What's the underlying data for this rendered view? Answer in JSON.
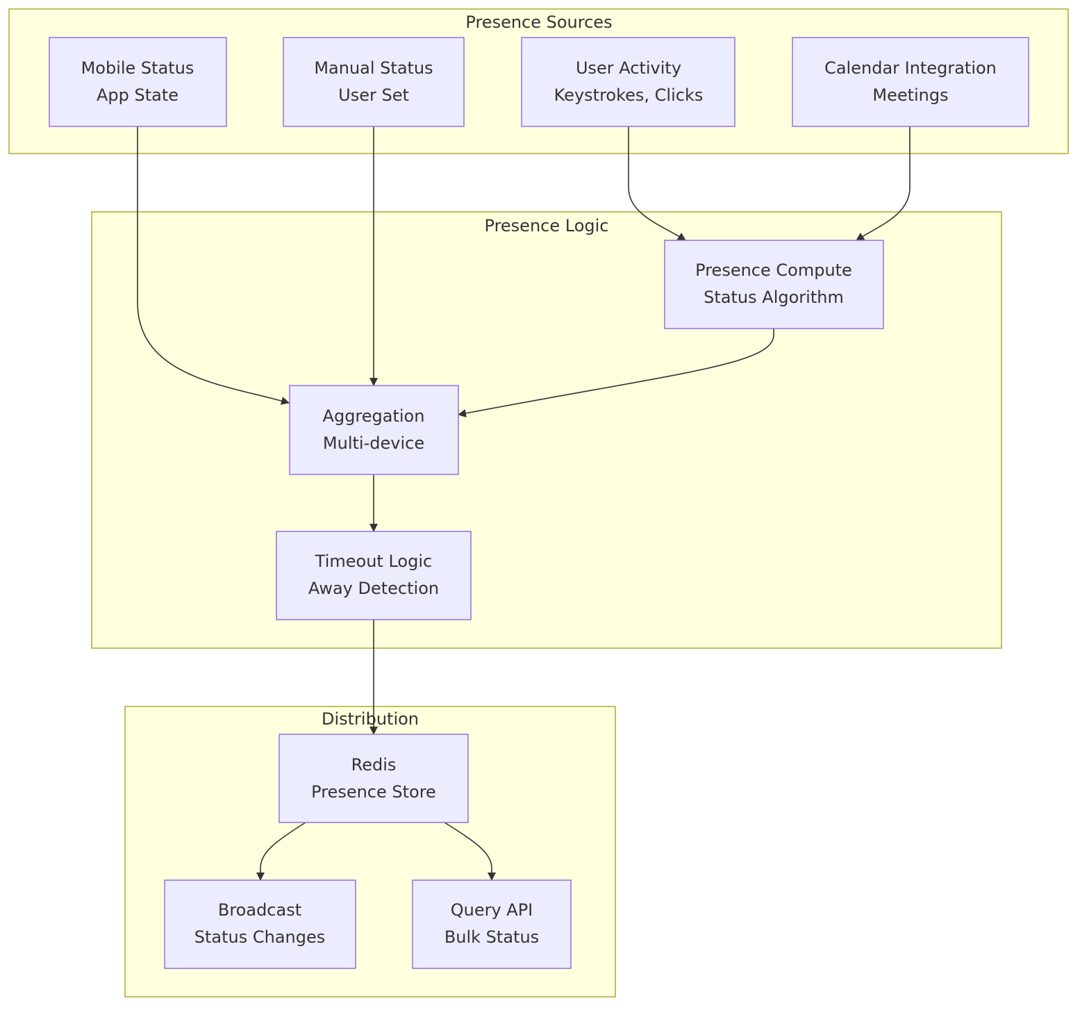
{
  "clusters": {
    "sources": {
      "title": "Presence Sources"
    },
    "logic": {
      "title": "Presence Logic"
    },
    "distribution": {
      "title": "Distribution"
    }
  },
  "nodes": {
    "mobile": {
      "line1": "Mobile Status",
      "line2": "App State"
    },
    "manual": {
      "line1": "Manual Status",
      "line2": "User Set"
    },
    "activity": {
      "line1": "User Activity",
      "line2": "Keystrokes, Clicks"
    },
    "calendar": {
      "line1": "Calendar Integration",
      "line2": "Meetings"
    },
    "compute": {
      "line1": "Presence Compute",
      "line2": "Status Algorithm"
    },
    "aggregation": {
      "line1": "Aggregation",
      "line2": "Multi-device"
    },
    "timeout": {
      "line1": "Timeout Logic",
      "line2": "Away Detection"
    },
    "redis": {
      "line1": "Redis",
      "line2": "Presence Store"
    },
    "broadcast": {
      "line1": "Broadcast",
      "line2": "Status Changes"
    },
    "query": {
      "line1": "Query API",
      "line2": "Bulk Status"
    }
  },
  "edges": [
    {
      "from": "mobile",
      "to": "aggregation"
    },
    {
      "from": "manual",
      "to": "aggregation"
    },
    {
      "from": "activity",
      "to": "compute"
    },
    {
      "from": "calendar",
      "to": "compute"
    },
    {
      "from": "compute",
      "to": "aggregation"
    },
    {
      "from": "aggregation",
      "to": "timeout"
    },
    {
      "from": "timeout",
      "to": "redis"
    },
    {
      "from": "redis",
      "to": "broadcast"
    },
    {
      "from": "redis",
      "to": "query"
    }
  ],
  "colors": {
    "cluster_fill": "#ffffde",
    "cluster_stroke": "#aaaa33",
    "node_fill": "#ececff",
    "node_stroke": "#9370db",
    "edge": "#333333",
    "text": "#333333"
  }
}
